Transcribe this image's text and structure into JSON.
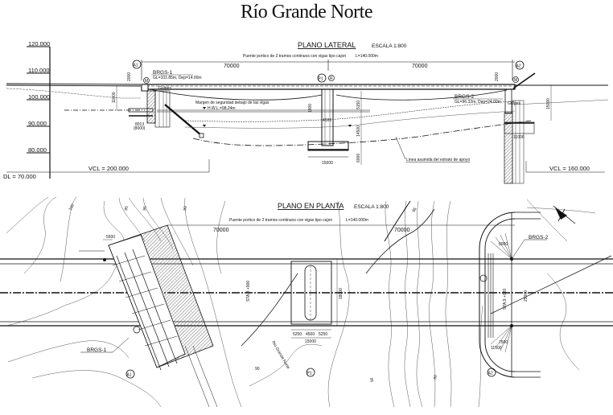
{
  "page": {
    "title": "Río Grande Norte"
  },
  "lateral_plan": {
    "heading": "PLANO LATERAL",
    "scale": "ESCALA 1:800",
    "description": "Puente portico de 2 tramos continuos con vigas tipo cajon",
    "length": "L=140.000m",
    "spans": [
      "70000",
      "70000"
    ],
    "elevation_axis": [
      "120.000",
      "110.000",
      "100.000",
      "90.000",
      "80.000"
    ],
    "datum": "DL = 70.000",
    "vcl_left": "VCL = 200.000",
    "vcl_right": "VCL = 160.000",
    "supports": {
      "a1": "A1",
      "p1": "P1",
      "a2": "A2",
      "m_left": "M",
      "r_mid": "R",
      "m_right": "M"
    },
    "boreholes": {
      "brgs1_name": "BRGS-1",
      "brgs1_info": "GL=101.85m, Dep=14.00m",
      "brgs2_name": "BRGS-2",
      "brgs2_info": "GL=96.32m, Dep=24.00m"
    },
    "annotations": {
      "safety_margin": "Margen de seguridad debajo de las vigas",
      "water_level": "H.W.L.=98.24m",
      "bearing_stratum": "Linea asumida del estrato de apoyo",
      "slope_left": "Gulpes",
      "slope_right": "Gulpes"
    },
    "dimensions": {
      "a1_height": "2000",
      "a1_depth": "11000",
      "a1_base": "8013",
      "a1_base_alt": "(8000)",
      "p1_upper": "1800",
      "p1_width": "4500",
      "p1_top": "5150",
      "p1_mid": "14500",
      "p1_bot": "6000",
      "p1_footing": "15000",
      "a2_height": "2000",
      "a2_depth": "15000",
      "a2_base": "11000"
    }
  },
  "plan_view": {
    "heading": "PLANO EN PLANTA",
    "scale": "ESCALA 1:800",
    "description": "Puente portico de 2 tramos continuos con vigas tipo cajon",
    "length": "L=140.000m",
    "spans": [
      "70000",
      "70000"
    ],
    "supports": {
      "a1": "A1",
      "p1": "P1",
      "a2": "A2"
    },
    "boreholes": {
      "brgs1": "BRGS-1",
      "brgs2": "BRGS-2"
    },
    "stations": {
      "sta8": "STA.8 +900",
      "sta9": "STA.9 +020"
    },
    "dimensions": {
      "left_offset": "5500",
      "p1_seg1": "5250",
      "p1_seg2": "4500",
      "p1_seg3": "5250",
      "p1_total": "15000",
      "p1_width": "18000",
      "a2_width": "25000",
      "a2_radius": "8000",
      "a2_r2": "7500",
      "a2_r3": "11500"
    },
    "river_label": "Rio Grande Norte",
    "contours": [
      "100",
      "95",
      "95",
      "90",
      "90",
      "95",
      "90",
      "95"
    ]
  },
  "colors": {
    "ink": "#111111",
    "paper": "#ffffff",
    "hatch": "#555555"
  }
}
